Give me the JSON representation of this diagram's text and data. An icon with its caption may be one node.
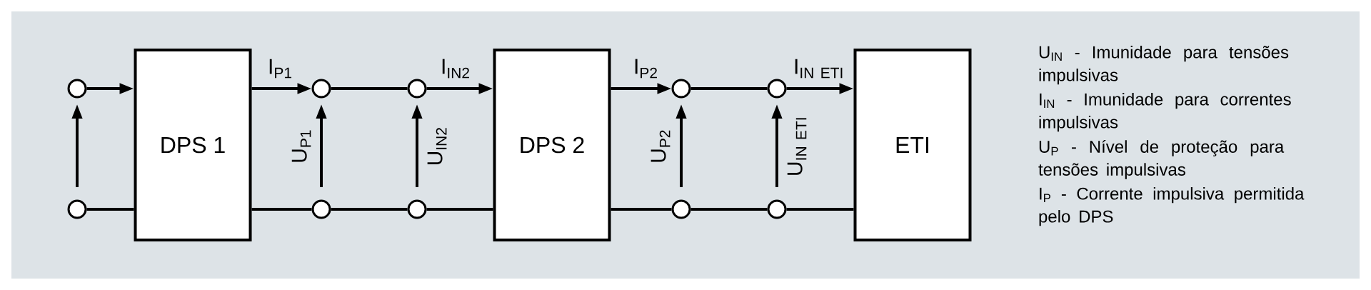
{
  "diagram": {
    "nodes": [
      {
        "text": [],
        "shape": "circle"
      },
      {
        "text": [],
        "shape": "circle"
      },
      {
        "text": [
          "DPS 1"
        ]
      },
      {
        "text": [],
        "shape": "circle"
      },
      {
        "text": [],
        "shape": "circle"
      },
      {
        "text": [],
        "shape": "circle"
      },
      {
        "text": [],
        "shape": "circle"
      },
      {
        "text": [
          "DPS 2"
        ]
      },
      {
        "text": [],
        "shape": "circle"
      },
      {
        "text": [],
        "shape": "circle"
      },
      {
        "text": [],
        "shape": "circle"
      },
      {
        "text": [],
        "shape": "circle"
      },
      {
        "text": [
          "ETI"
        ]
      }
    ],
    "edges": [
      {
        "from": 0,
        "to": 2,
        "arrow": "to"
      },
      {
        "from": 1,
        "to": 2,
        "arrow": "none"
      },
      {
        "from": 2,
        "to": 3,
        "arrow": "to",
        "label": "\\mathrm{I}_{\\mathrm{P1}}"
      },
      {
        "from": 3,
        "to": 5,
        "arrow": "none"
      },
      {
        "from": 5,
        "to": 7,
        "arrow": "to",
        "label": "\\mathrm{I}_{\\mathrm{IN2}}"
      },
      {
        "from": 2,
        "to": 4,
        "arrow": "none"
      },
      {
        "from": 4,
        "to": 6,
        "arrow": "none"
      },
      {
        "from": 6,
        "to": 7,
        "arrow": "none"
      },
      {
        "from": 7,
        "to": 8,
        "arrow": "to",
        "label": "\\mathrm{I}_{\\mathrm{P2}}"
      },
      {
        "from": 8,
        "to": 10,
        "arrow": "none"
      },
      {
        "from": 10,
        "to": 12,
        "arrow": "to",
        "label": "\\mathrm{I}_{\\mathrm{IN\\ ETI}}"
      },
      {
        "from": 7,
        "to": 9,
        "arrow": "none"
      },
      {
        "from": 9,
        "to": 11,
        "arrow": "none"
      },
      {
        "from": 11,
        "to": 12,
        "arrow": "none"
      }
    ],
    "labels": [
      "\\mathrm{U}_{\\mathrm{P1}}",
      "\\mathrm{U}_{\\mathrm{IN2}}",
      "\\mathrm{U}_{\\mathrm{P2}}",
      "\\mathrm{U}_{\\mathrm{IN\\ ETI}}",
      "U$_{IN}$ - Imunidade para tensões impulsivas",
      "I$_{IN}$ - Imunidade para correntes impulsivas",
      "U$_{P}$ - Nível de proteção para tensões impulsivas",
      "I$_{P}$ - Corrente impulsiva permitida pelo DPS"
    ]
  }
}
